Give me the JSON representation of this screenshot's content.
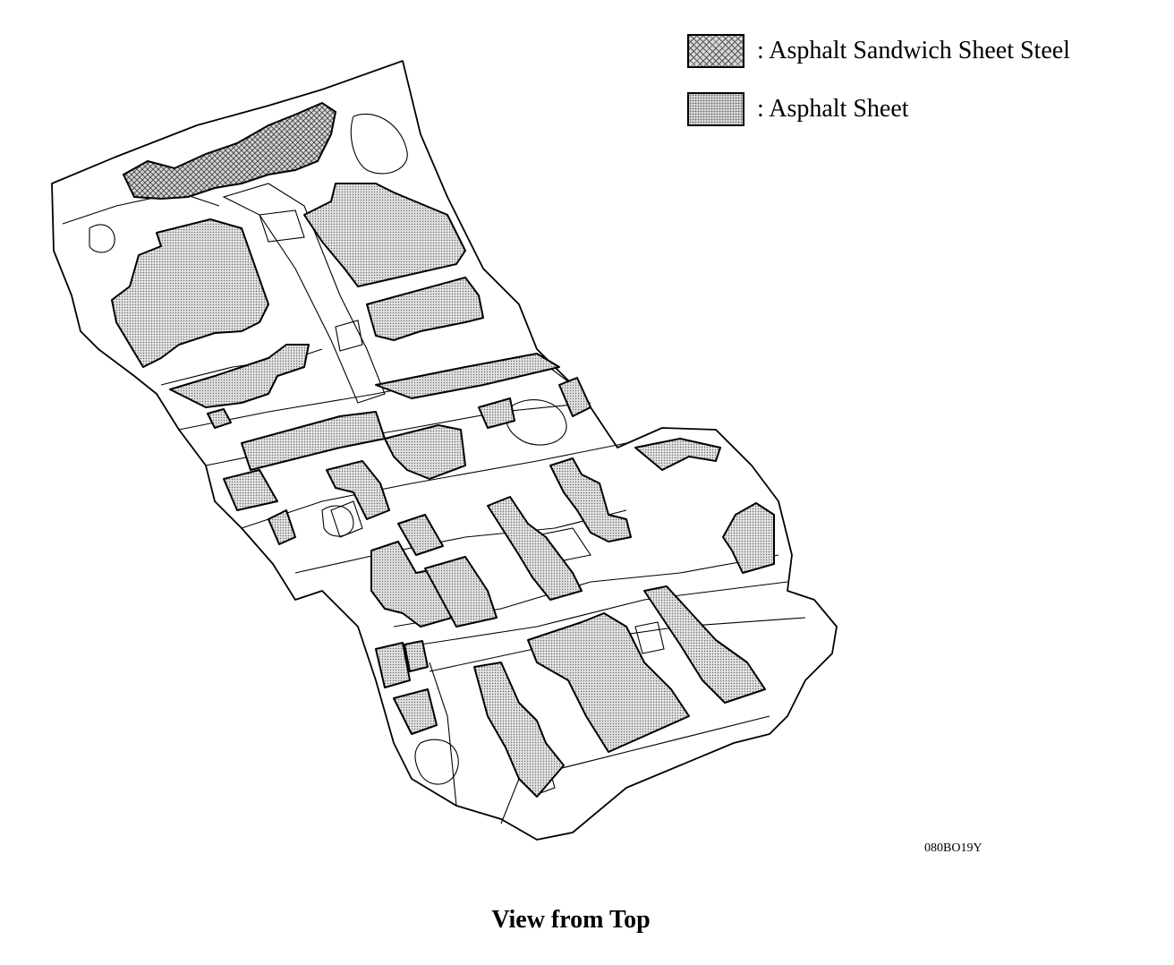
{
  "legend": {
    "sandwich": {
      "label": ": Asphalt Sandwich Sheet Steel",
      "swatch_color": "#555555",
      "pattern": "crosshatch"
    },
    "sheet": {
      "label": ": Asphalt Sheet",
      "swatch_color": "#dcdcdc",
      "pattern": "dots"
    }
  },
  "figure_code": "080BO19Y",
  "caption": "View from Top",
  "colors": {
    "line": "#000000",
    "background": "#ffffff"
  }
}
